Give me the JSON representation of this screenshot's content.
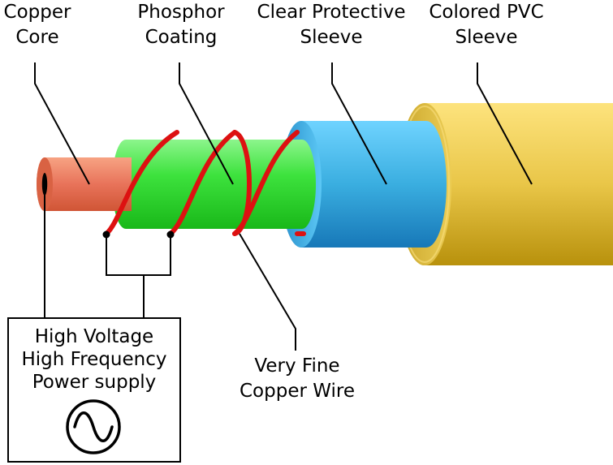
{
  "labels": {
    "copper_core": {
      "line1": "Copper",
      "line2": "Core"
    },
    "phosphor_coating": {
      "line1": "Phosphor",
      "line2": "Coating"
    },
    "clear_sleeve": {
      "line1": "Clear Protective",
      "line2": "Sleeve"
    },
    "pvc_sleeve": {
      "line1": "Colored PVC",
      "line2": "Sleeve"
    },
    "fine_wire": {
      "line1": "Very Fine",
      "line2": "Copper Wire"
    },
    "power_supply": {
      "line1": "High Voltage",
      "line2": "High Frequency",
      "line3": "Power supply"
    }
  },
  "icons": {
    "ac_source": "ac-sine-icon"
  },
  "colors": {
    "copper": "#e8735a",
    "phosphor": "#3de23d",
    "clear_sleeve": "#3aaee0",
    "pvc_sleeve": "#e8c84a",
    "fine_wire": "#dd1111",
    "line": "#000000"
  }
}
